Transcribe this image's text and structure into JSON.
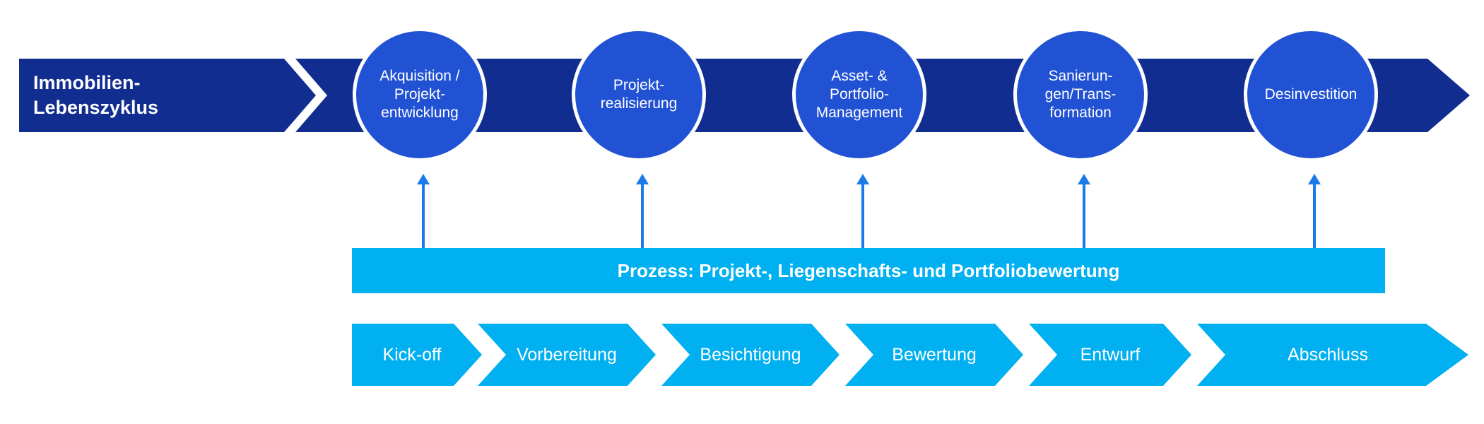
{
  "colors": {
    "navy": "#102D8F",
    "stage_blue": "#2252D4",
    "cyan": "#00B0F0",
    "connector_blue": "#1A7AE8",
    "text_on_dark": "#FFFFFF"
  },
  "lifecycle": {
    "title": "Immobilien-\nLebenszyklus",
    "stages": [
      {
        "label": "Akquisition /\nProjekt-\nentwicklung"
      },
      {
        "label": "Projekt-\nrealisierung"
      },
      {
        "label": "Asset- &\nPortfolio-\nManagement"
      },
      {
        "label": "Sanierun-\ngen/Trans-\nformation"
      },
      {
        "label": "Desinvestition"
      }
    ]
  },
  "process_banner": {
    "label": "Prozess: Projekt-, Liegenschafts- und Portfoliobewertung"
  },
  "process_steps": [
    {
      "label": "Kick-off"
    },
    {
      "label": "Vorbereitung"
    },
    {
      "label": "Besichtigung"
    },
    {
      "label": "Bewertung"
    },
    {
      "label": "Entwurf"
    },
    {
      "label": "Abschluss"
    }
  ]
}
